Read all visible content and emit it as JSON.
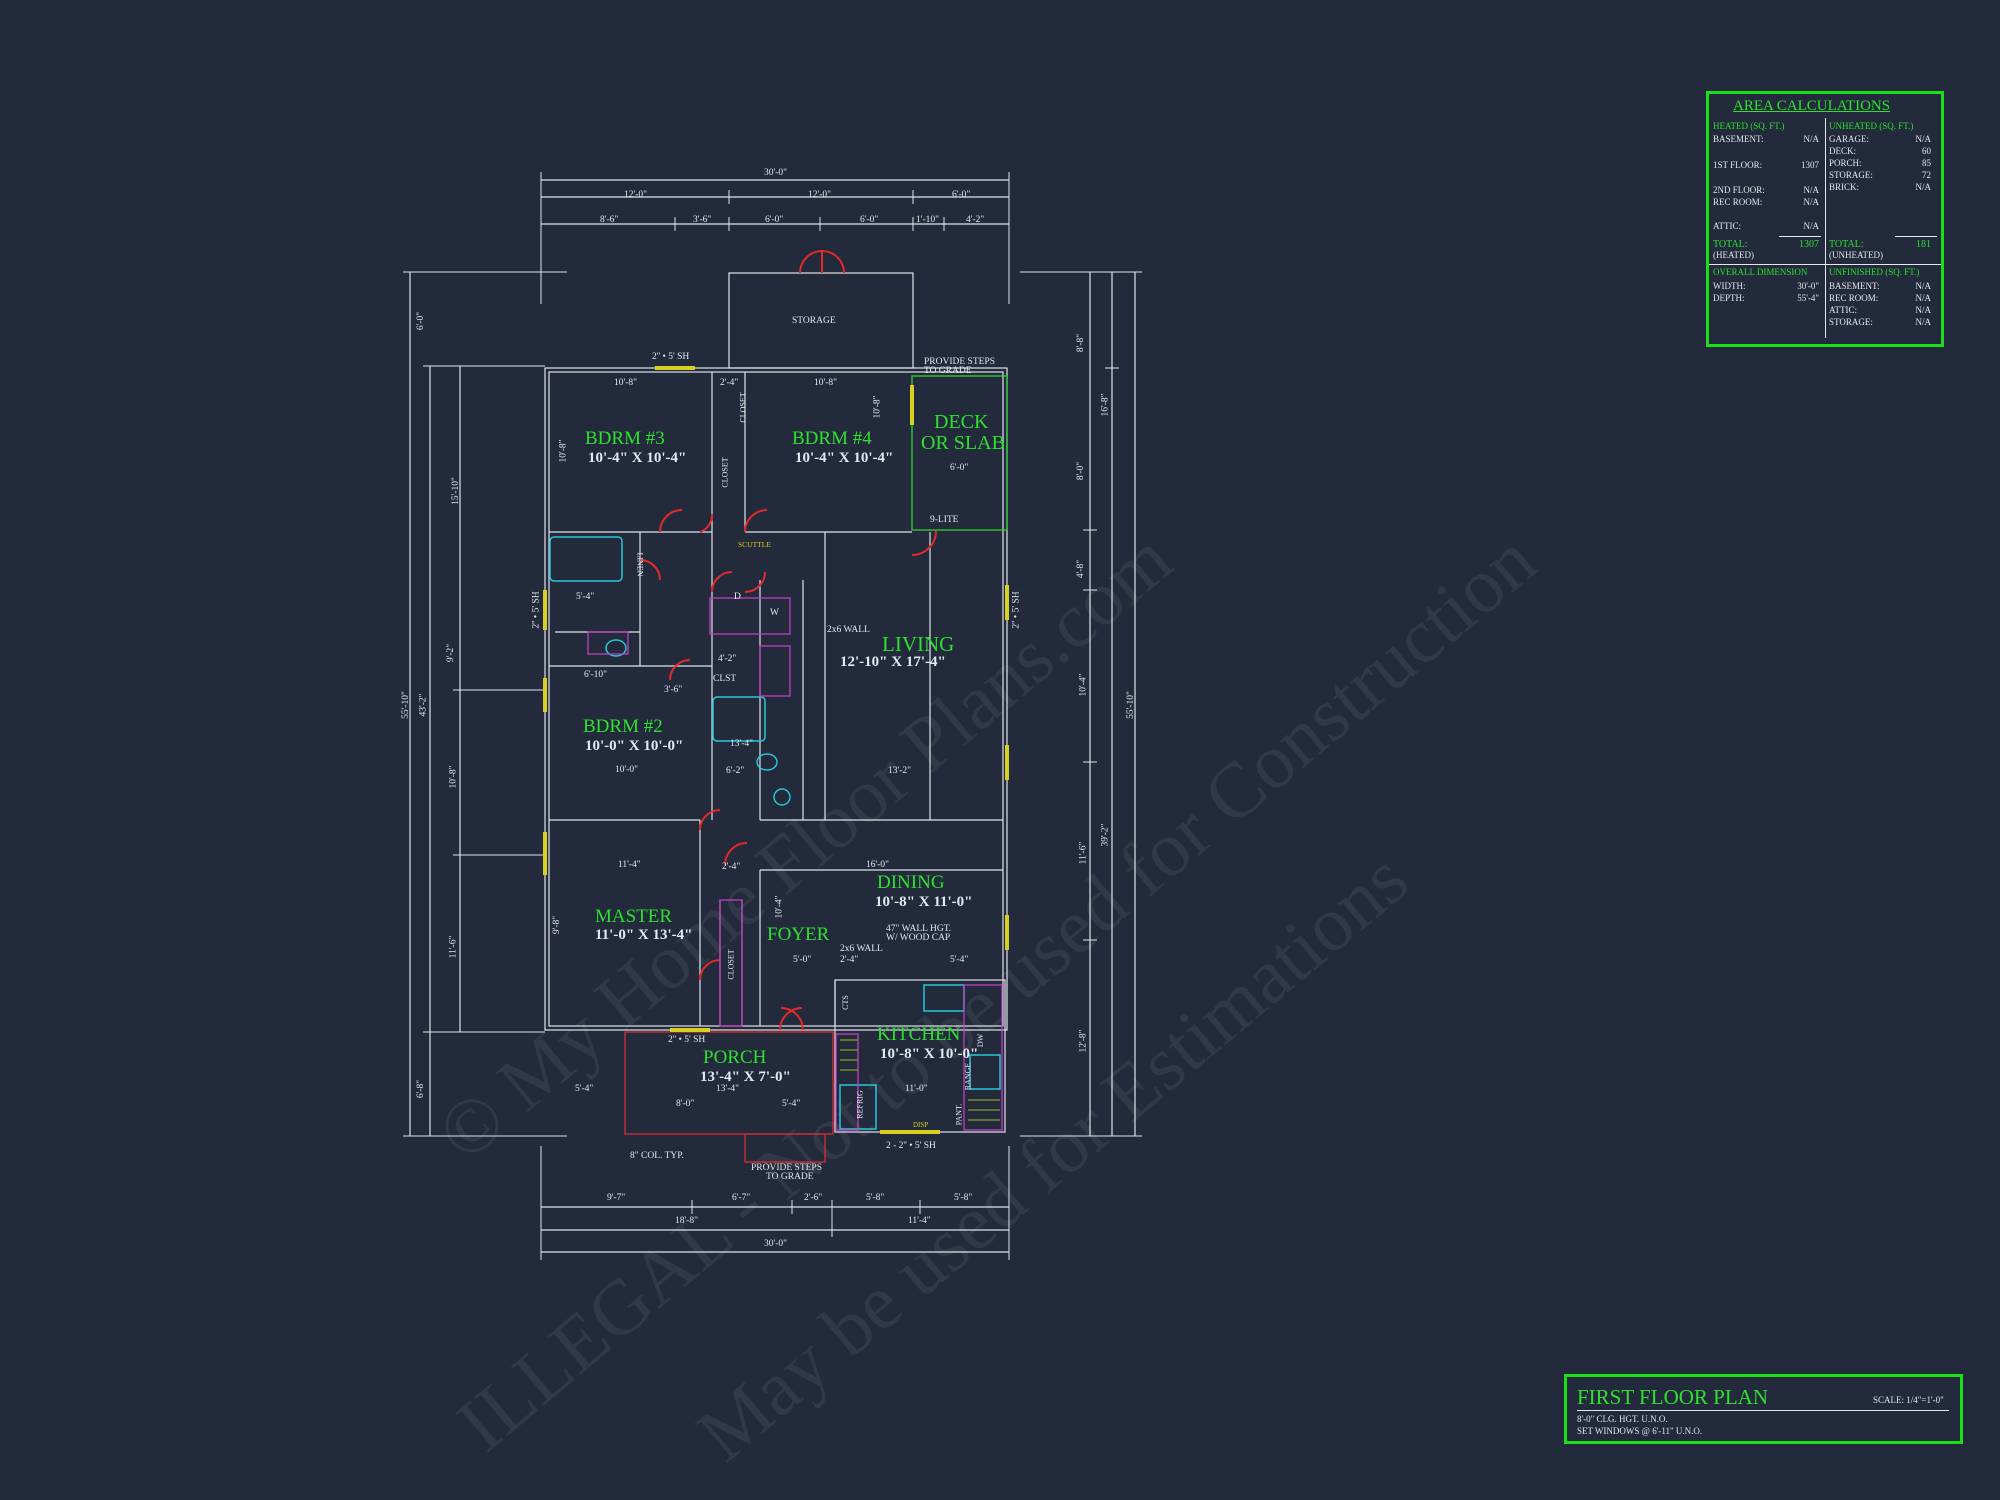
{
  "plan_title": "FIRST FLOOR PLAN",
  "scale": "SCALE: 1/4\"=1'-0\"",
  "notes": [
    "8'-0\" CLG. HGT. U.N.O.",
    "SET WINDOWS @ 6'-11\" U.N.O."
  ],
  "watermark": [
    "© My Home Floor Plans.com",
    "ILLEGAL - Not to be used for Construction",
    "May be used for Estimations"
  ],
  "area": {
    "title": "AREA CALCULATIONS",
    "heated_header": "HEATED (SQ. FT.)",
    "unheated_header": "UNHEATED (SQ. FT.)",
    "heated": [
      {
        "label": "BASEMENT:",
        "value": "N/A"
      },
      {
        "label": "1ST FLOOR:",
        "value": "1307"
      },
      {
        "label": "2ND FLOOR:",
        "value": "N/A"
      },
      {
        "label": "REC ROOM:",
        "value": "N/A"
      },
      {
        "label": "ATTIC:",
        "value": "N/A"
      }
    ],
    "unheated": [
      {
        "label": "GARAGE:",
        "value": "N/A"
      },
      {
        "label": "DECK:",
        "value": "60"
      },
      {
        "label": "PORCH:",
        "value": "85"
      },
      {
        "label": "STORAGE:",
        "value": "72"
      },
      {
        "label": "BRICK:",
        "value": "N/A"
      }
    ],
    "total_label": "TOTAL:",
    "heated_total": "1307",
    "heated_sub": "(HEATED)",
    "unheated_total": "181",
    "unheated_sub": "(UNHEATED)",
    "overall_header": "OVERALL DIMENSION",
    "overall": [
      {
        "label": "WIDTH:",
        "value": "30'-0\""
      },
      {
        "label": "DEPTH:",
        "value": "55'-4\""
      }
    ],
    "unfinished_header": "UNFINISHED (SQ. FT.)",
    "unfinished": [
      {
        "label": "BASEMENT:",
        "value": "N/A"
      },
      {
        "label": "REC ROOM:",
        "value": "N/A"
      },
      {
        "label": "ATTIC:",
        "value": "N/A"
      },
      {
        "label": "STORAGE:",
        "value": "N/A"
      }
    ]
  },
  "rooms": {
    "bdrm3": {
      "name": "BDRM #3",
      "size": "10'-4\" X 10'-4\""
    },
    "bdrm4": {
      "name": "BDRM #4",
      "size": "10'-4\" X 10'-4\""
    },
    "bdrm2": {
      "name": "BDRM #2",
      "size": "10'-0\" X 10'-0\""
    },
    "living": {
      "name": "LIVING",
      "size": "12'-10\" X 17'-4\""
    },
    "dining": {
      "name": "DINING",
      "size": "10'-8\" X 11'-0\""
    },
    "master": {
      "name": "MASTER",
      "size": "11'-0\" X 13'-4\""
    },
    "foyer": {
      "name": "FOYER"
    },
    "kitchen": {
      "name": "KITCHEN",
      "size": "10'-8\" X 10'-0\""
    },
    "porch": {
      "name": "PORCH",
      "size": "13'-4\" X 7'-0\""
    },
    "deck": {
      "line1": "DECK",
      "line2": "OR SLAB"
    }
  },
  "labels": {
    "storage": "STORAGE",
    "provide_steps_top_1": "PROVIDE STEPS",
    "provide_steps_top_2": "TO GRADE",
    "provide_steps_bot_1": "PROVIDE STEPS",
    "provide_steps_bot_2": "TO GRADE",
    "nine_lite": "9-LITE",
    "scuttle": "SCUTTLE",
    "wall_2x6_a": "2x6 WALL",
    "wall_2x6_b": "2x6 WALL",
    "wall_hgt_1": "47\" WALL HGT.",
    "wall_hgt_2": "W/ WOOD CAP",
    "col": "8\" COL. TYP.",
    "clst": "CLST",
    "linen": "LINEN",
    "closet_a": "CLOSET",
    "closet_b": "CLOSET",
    "closet_c": "CLOSET",
    "cts": "CTS",
    "refrig": "REFRIG",
    "range": "RANGE",
    "pant": "PANT.",
    "dw": "DW",
    "disp": "DISP",
    "d": "D",
    "w": "W"
  },
  "windows": {
    "top": "2'' • 5' SH",
    "porch": "2'' • 5' SH",
    "kitchen": "2 - 2'' • 5' SH",
    "side": "2'' • 5' SH"
  },
  "dims": {
    "top_total": "30'-0\"",
    "top_row1": [
      "12'-0\"",
      "12'-0\"",
      "6'-0\""
    ],
    "top_row2": [
      "8'-6\"",
      "3'-6\"",
      "6'-0\"",
      "6'-0\"",
      "1'-10\"",
      "4'-2\""
    ],
    "bot_row1": [
      "9'-7\"",
      "6'-7\"",
      "2'-6\"",
      "5'-8\"",
      "5'-8\""
    ],
    "bot_row2": [
      "18'-8\"",
      "11'-4\""
    ],
    "bot_total": "30'-0\"",
    "left_total": "55'-10\"",
    "left_mid": "43'-2\"",
    "left_row": [
      "6'-0\"",
      "15'-10\"",
      "9'-2\"",
      "10'-8\"",
      "11'-6\"",
      "6'-8\""
    ],
    "right_total": "55'-10\"",
    "right_mid": "39'-2\"",
    "right_row": [
      "8'-8\"",
      "16'-8\"",
      "8'-0\"",
      "4'-8\"",
      "10'-4\"",
      "11'-6\"",
      "12'-8\""
    ],
    "int": [
      "10'-8\"",
      "10'-8\"",
      "2'-4\"",
      "10'-8\"",
      "10'-8\"",
      "6'-0\"",
      "5'-4\"",
      "6'-10\"",
      "4'-2\"",
      "3'-6\"",
      "10'-0\"",
      "6'-2\"",
      "13'-2\"",
      "11'-4\"",
      "16'-0\"",
      "5'-0\"",
      "2'-4\"",
      "5'-4\"",
      "11'-0\"",
      "13'-4\"",
      "5'-4\"",
      "8'-0\"",
      "5'-4\"",
      "10'-4\"",
      "13'-4\"",
      "9'-8\"",
      "2'-4\""
    ]
  }
}
